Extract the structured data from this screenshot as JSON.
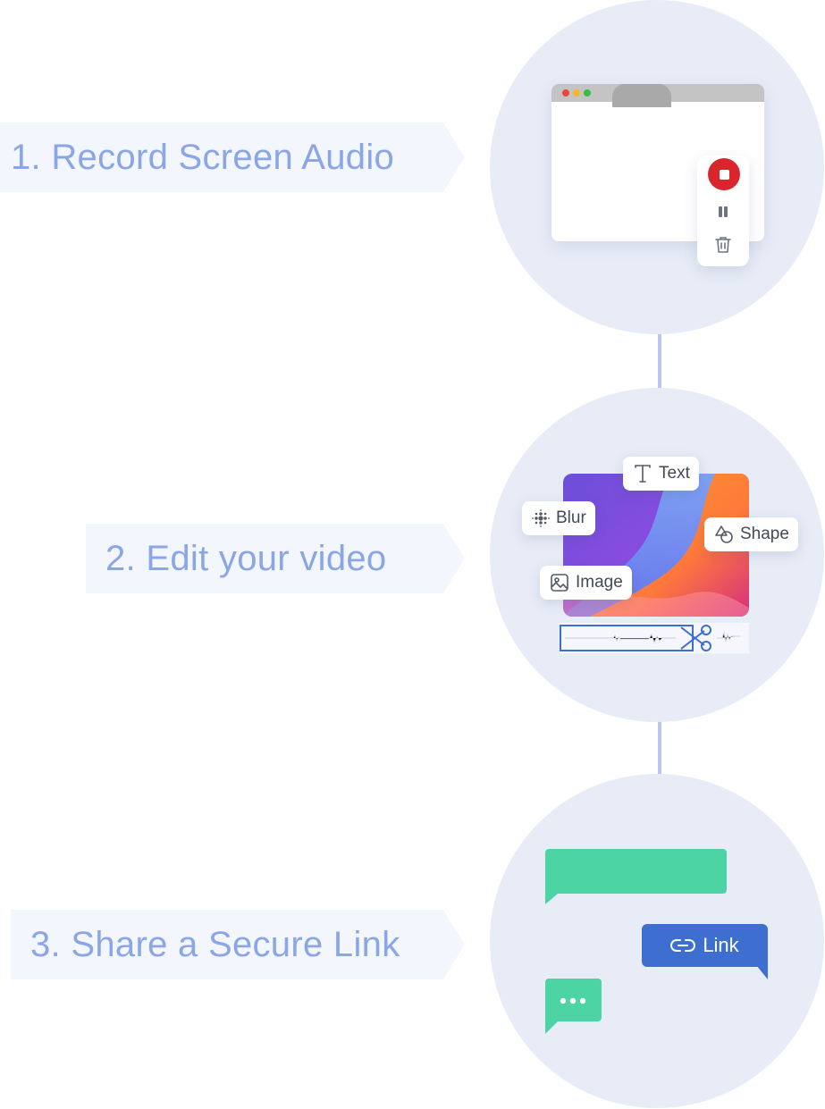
{
  "steps": [
    {
      "label": "1. Record Screen Audio"
    },
    {
      "label": "2. Edit your video"
    },
    {
      "label": "3. Share a Secure Link"
    }
  ],
  "recorder": {
    "window_dots": [
      "#e9473d",
      "#f4b928",
      "#3dbb4a"
    ],
    "record_color": "#d9262c"
  },
  "editor": {
    "chips": {
      "text": "Text",
      "blur": "Blur",
      "shape": "Shape",
      "image": "Image"
    }
  },
  "share": {
    "link_label": "Link",
    "bubble_colors": {
      "green": "#4dd4a5",
      "blue": "#3e6fd0"
    }
  }
}
